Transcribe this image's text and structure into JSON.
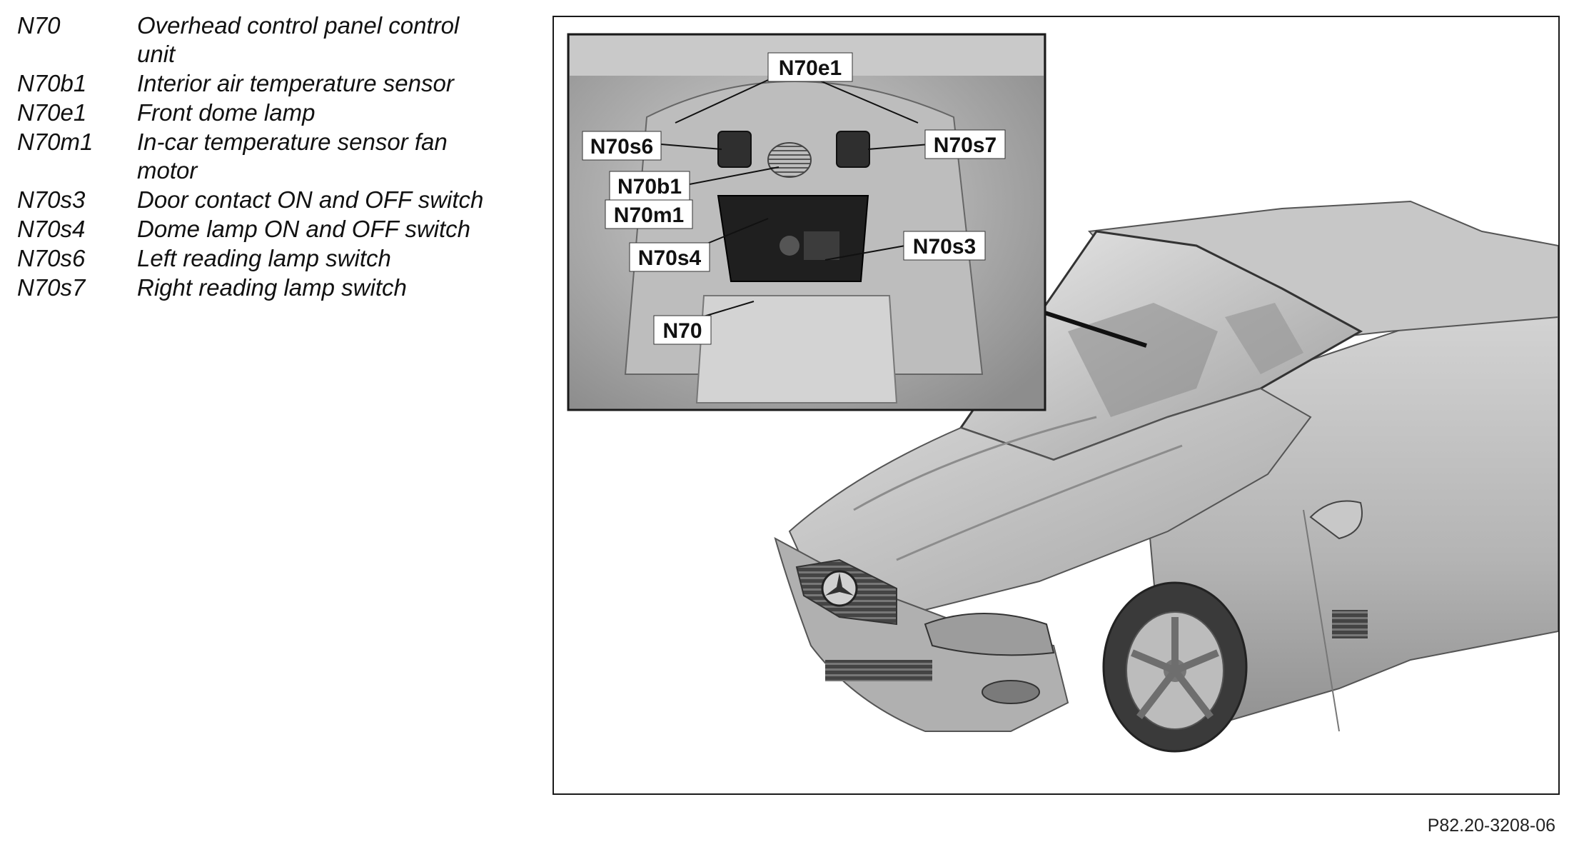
{
  "legend": [
    {
      "code": "N70",
      "description": "Overhead control panel control unit"
    },
    {
      "code": "N70b1",
      "description": "Interior air temperature sensor"
    },
    {
      "code": "N70e1",
      "description": "Front dome lamp"
    },
    {
      "code": "N70m1",
      "description": "In-car temperature sensor fan motor"
    },
    {
      "code": "N70s3",
      "description": "Door contact ON and OFF switch"
    },
    {
      "code": "N70s4",
      "description": "Dome lamp ON and OFF switch"
    },
    {
      "code": "N70s6",
      "description": "Left reading lamp switch"
    },
    {
      "code": "N70s7",
      "description": "Right reading lamp switch"
    }
  ],
  "callouts": {
    "n70e1": "N70e1",
    "n70s6": "N70s6",
    "n70s7": "N70s7",
    "n70b1": "N70b1",
    "n70m1": "N70m1",
    "n70s4": "N70s4",
    "n70s3": "N70s3",
    "n70": "N70"
  },
  "reference_number": "P82.20-3208-06",
  "colors": {
    "car_body": "#b9b9b9",
    "inset_background": "#a9a9a9",
    "outline": "#1a1a1a"
  }
}
